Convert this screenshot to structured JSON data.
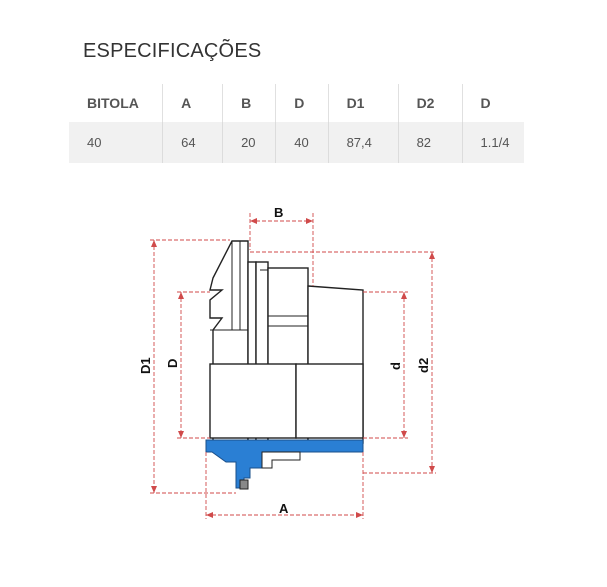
{
  "section_title": "ESPECIFICAÇÕES",
  "table": {
    "headers": [
      "BITOLA",
      "A",
      "B",
      "D",
      "D1",
      "D2",
      "D"
    ],
    "rows": [
      [
        "40",
        "64",
        "20",
        "40",
        "87,4",
        "82",
        "1.1/4"
      ]
    ]
  },
  "drawing": {
    "labels": {
      "a": "A",
      "b": "B",
      "d_left": "D",
      "d1": "D1",
      "d_right": "d",
      "d2": "d2"
    },
    "colors": {
      "dimension_lines": "#d04a4a",
      "outline": "#222222",
      "seal": "#2a7fd4",
      "body": "#ffffff"
    }
  }
}
